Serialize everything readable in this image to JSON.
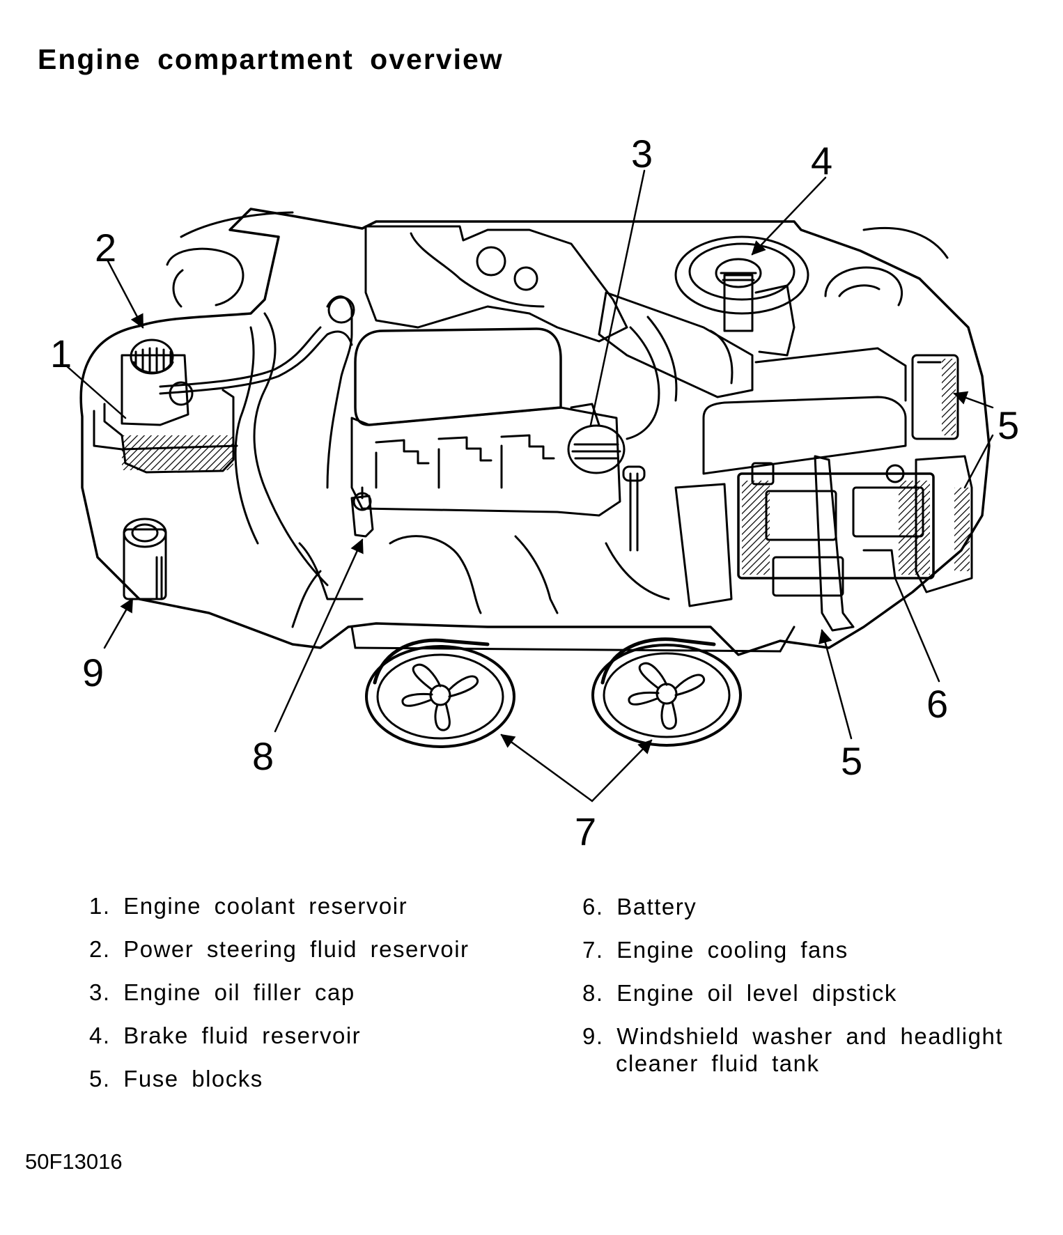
{
  "title": "Engine compartment overview",
  "callouts": [
    "1",
    "2",
    "3",
    "4",
    "5",
    "5",
    "5",
    "6",
    "7",
    "8",
    "9"
  ],
  "legend": {
    "left": [
      {
        "num": "1.",
        "text": "Engine coolant reservoir"
      },
      {
        "num": "2.",
        "text": "Power steering fluid reservoir"
      },
      {
        "num": "3.",
        "text": "Engine oil filler cap"
      },
      {
        "num": "4.",
        "text": "Brake fluid reservoir"
      },
      {
        "num": "5.",
        "text": "Fuse blocks"
      }
    ],
    "right": [
      {
        "num": "6.",
        "text": "Battery"
      },
      {
        "num": "7.",
        "text": "Engine cooling fans"
      },
      {
        "num": "8.",
        "text": "Engine oil level dipstick"
      },
      {
        "num": "9.",
        "text": "Windshield washer and headlight",
        "text2": "cleaner fluid tank"
      }
    ]
  },
  "figure_code": "50F13016"
}
